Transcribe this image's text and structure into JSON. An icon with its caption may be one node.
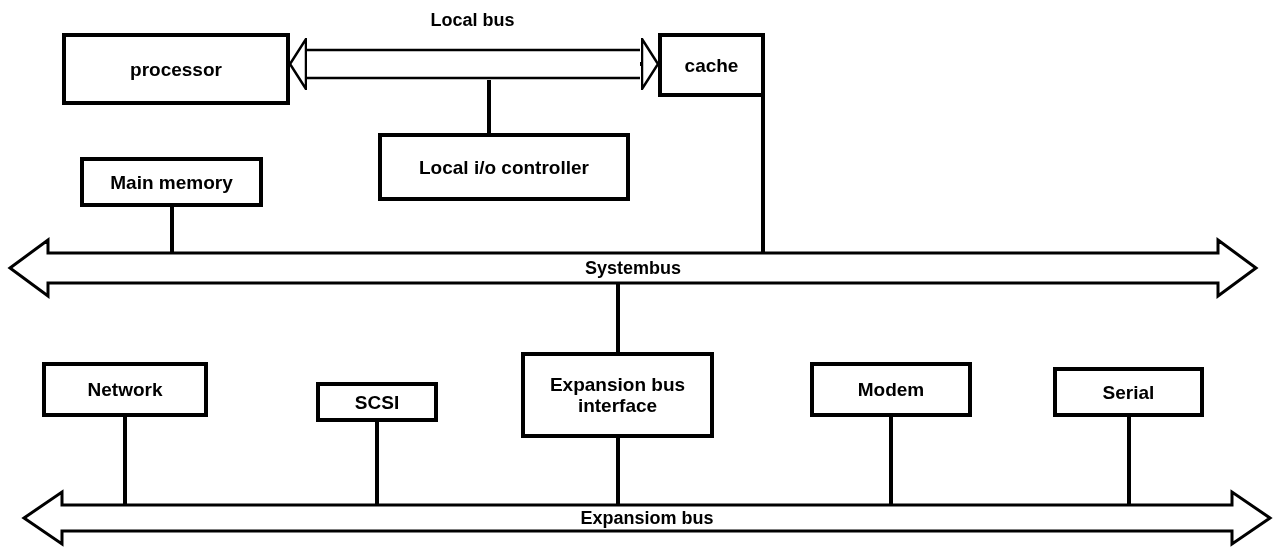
{
  "diagram": {
    "nodes": [
      {
        "text": [
          "processor"
        ]
      },
      {
        "text": [
          "Local bus"
        ]
      },
      {
        "text": [
          "cache"
        ]
      },
      {
        "text": [
          "Local i/o controller"
        ]
      },
      {
        "text": [
          "Main memory"
        ]
      },
      {
        "text": [
          "Systembus"
        ]
      },
      {
        "text": [
          "Network"
        ]
      },
      {
        "text": [
          "SCSI"
        ]
      },
      {
        "text": [
          "Expansion bus interface"
        ]
      },
      {
        "text": [
          "Modem"
        ]
      },
      {
        "text": [
          "Serial"
        ]
      },
      {
        "text": [
          "Expansiom bus"
        ]
      }
    ],
    "edges": [
      {
        "from": 1,
        "to": 0,
        "arrow": "to"
      },
      {
        "from": 1,
        "to": 2,
        "arrow": "to"
      },
      {
        "from": 3,
        "to": 1,
        "arrow": "none"
      },
      {
        "from": 4,
        "to": 5,
        "arrow": "none"
      },
      {
        "from": 2,
        "to": 5,
        "arrow": "none"
      },
      {
        "from": 5,
        "to": 8,
        "arrow": "none"
      },
      {
        "from": 6,
        "to": 11,
        "arrow": "none"
      },
      {
        "from": 7,
        "to": 11,
        "arrow": "none"
      },
      {
        "from": 8,
        "to": 11,
        "arrow": "none"
      },
      {
        "from": 9,
        "to": 11,
        "arrow": "none"
      },
      {
        "from": 10,
        "to": 11,
        "arrow": "none"
      }
    ]
  }
}
